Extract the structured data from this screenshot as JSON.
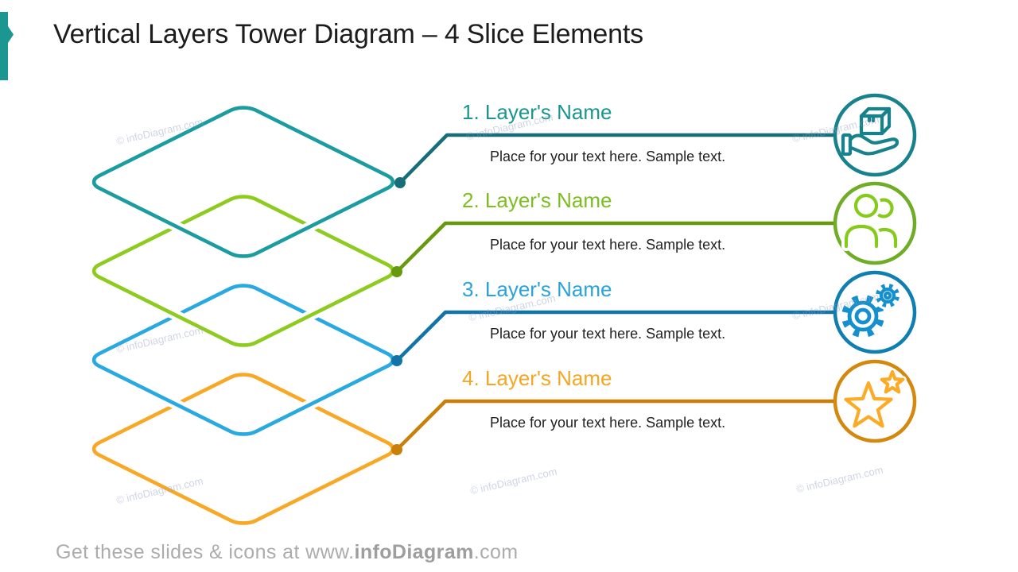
{
  "slide": {
    "title": "Vertical Layers Tower Diagram – 4 Slice Elements",
    "watermark": "© infoDiagram.com",
    "footer": {
      "prefix": "Get these slides & icons at www.",
      "brand": "infoDiagram",
      "suffix": ".com"
    }
  },
  "colors": {
    "background": "#FFFFFF",
    "accent": "#1B9690",
    "title_text": "#1C1C1C",
    "body_text": "#212121",
    "footer_text": "#ACACAC",
    "watermark_text": "#8E9BC0"
  },
  "layers": [
    {
      "title": "1. Layer's Name",
      "description": "Place for your text here. Sample text.",
      "icon": "hand-box-icon",
      "diamond_color": "#1B9C9E",
      "title_color": "#1B968F",
      "line_color": "#186E78",
      "circle_color": "#17828C",
      "icon_color": "#17828C"
    },
    {
      "title": "2. Layer's Name",
      "description": "Place for your text here. Sample text.",
      "icon": "people-icon",
      "diamond_color": "#8DCB1F",
      "title_color": "#7CBE20",
      "line_color": "#67990D",
      "circle_color": "#6FAD27",
      "icon_color": "#85CC1A"
    },
    {
      "title": "3. Layer's Name",
      "description": "Place for your text here. Sample text.",
      "icon": "gears-icon",
      "diamond_color": "#29A9E2",
      "title_color": "#2AA2DC",
      "line_color": "#1174A6",
      "circle_color": "#0E7FB0",
      "icon_color": "#1590CE"
    },
    {
      "title": "4. Layer's Name",
      "description": "Place for your text here. Sample text.",
      "icon": "star-icon",
      "diamond_color": "#F9A826",
      "title_color": "#F5A623",
      "line_color": "#C97F08",
      "circle_color": "#D4880E",
      "icon_color": "#FBAB26"
    }
  ]
}
